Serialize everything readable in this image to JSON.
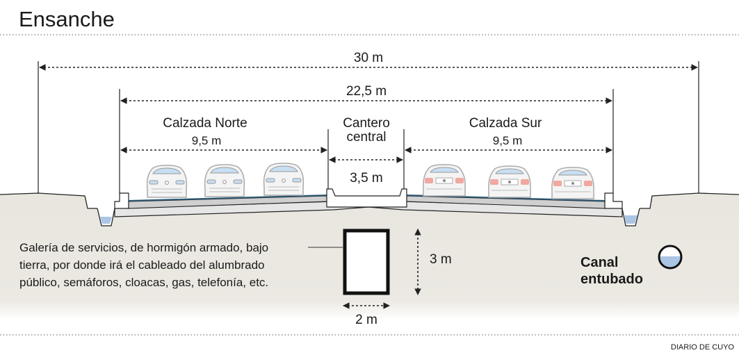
{
  "title": "Ensanche",
  "dimensions": {
    "total_width": "30 m",
    "roadway_width": "22,5 m",
    "north_lane_width": "9,5 m",
    "south_lane_width": "9,5 m",
    "median_width": "3,5 m",
    "gallery_height": "3 m",
    "gallery_width": "2 m"
  },
  "labels": {
    "north_lane": "Calzada Norte",
    "median_line1": "Cantero",
    "median_line2": "central",
    "south_lane": "Calzada Sur",
    "canal_line1": "Canal",
    "canal_line2": "entubado"
  },
  "gallery_note": [
    "Galería de servicios, de hormigón armado, bajo",
    "tierra, por donde irá el cableado del alumbrado",
    "público, semáforos, cloacas, gas, telefonía, etc."
  ],
  "credit": "DIARIO DE CUYO",
  "colors": {
    "ground": "#e8e6de",
    "asphalt_edge": "#2e5a78",
    "water": "#aac6e4",
    "tail_light": "#f0a8a0"
  }
}
